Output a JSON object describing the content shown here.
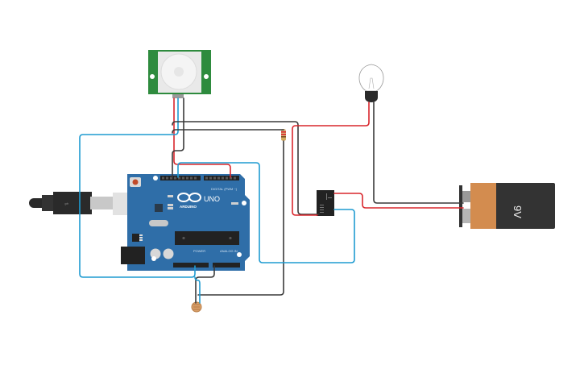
{
  "title": "Arduino PIR + LDR relay lamp circuit",
  "colors": {
    "wire_red": "#d9262c",
    "wire_black": "#3a3a3a",
    "wire_blue": "#1f9bd1",
    "board": "#2f6ea8",
    "pir_board": "#2e8b3e",
    "battery_body": "#333333",
    "battery_cap": "#d38c4f",
    "relay": "#222222"
  },
  "arduino": {
    "brand": "ARDUINO",
    "model": "UNO",
    "digital_label": "DIGITAL (PWM ~)",
    "power_label": "POWER",
    "analog_label": "ANALOG IN",
    "led_labels": [
      "L",
      "TX",
      "RX"
    ],
    "on_label": "ON"
  },
  "battery": {
    "label": "9V"
  },
  "components": [
    {
      "name": "PIR Sensor"
    },
    {
      "name": "Arduino Uno"
    },
    {
      "name": "Light Bulb"
    },
    {
      "name": "9V Battery"
    },
    {
      "name": "Relay"
    },
    {
      "name": "Resistor"
    },
    {
      "name": "Photoresistor"
    },
    {
      "name": "USB Cable"
    }
  ]
}
